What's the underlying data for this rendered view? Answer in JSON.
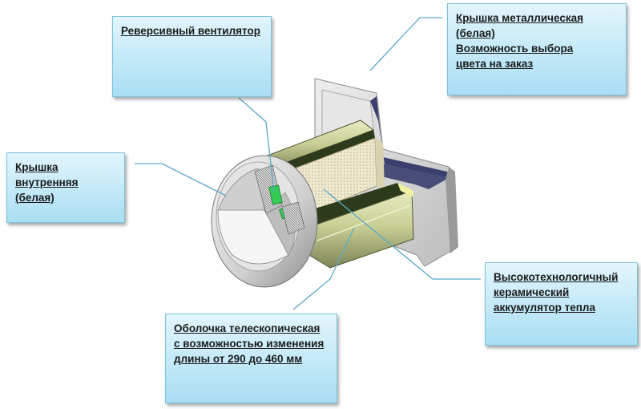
{
  "callouts": {
    "reversible_fan": "Реверсивный вентилятор",
    "inner_cover": "Крышка\nвнутренняя\n(белая)",
    "metal_cover": "Крышка металлическая\n(белая)\nВозможность выбора\nцвета на заказ",
    "ceramic_accumulator": "Высокотехнологичный\nкерамический\nаккумулятор тепла",
    "telescopic_shell": "Оболочка телескопическая\nс возможностью изменения\nдлины от 290 до 460 мм"
  },
  "colors": {
    "callout_fill_top": "#e2f5fc",
    "callout_fill_bottom": "#a9def3",
    "callout_border": "#7cc2dc",
    "leader_line": "#5aa9c9",
    "tube_olive": "#c9cf94",
    "tube_dark": "#2e3a1c",
    "wall_plate_navy": "#3a3f6e",
    "fan_green": "#33cc55"
  }
}
